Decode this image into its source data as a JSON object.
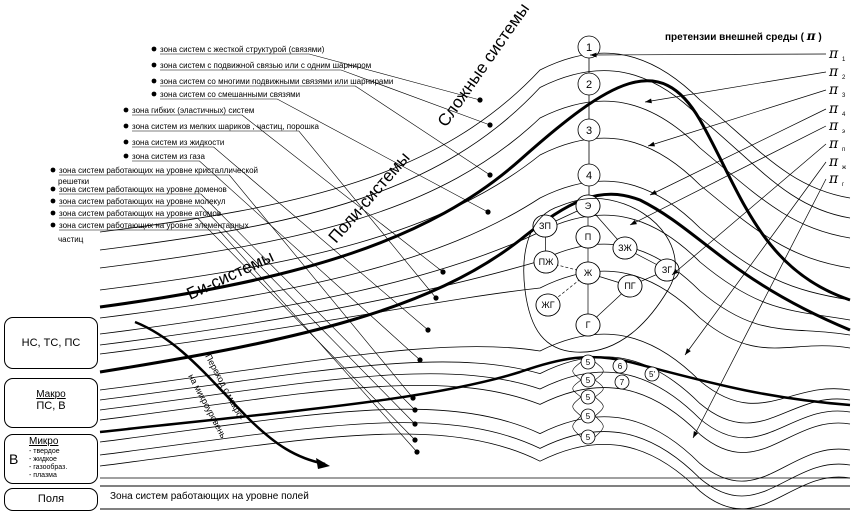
{
  "header": {
    "pretensions_text": "претензии внешней среды (",
    "pi_symbol": "π",
    "close_paren": ")"
  },
  "zones": [
    "зона систем с жесткой структурой (связями)",
    "зона систем с подвижной связью или с одним шарниром",
    "зона систем со многими подвижными связями или шарнирами",
    "зона систем со смешанными связями",
    "зона гибких (эластичных) систем",
    "зона систем из мелких шариков , частиц, порошка",
    "зона систем из жидкости",
    "зона систем из газа",
    "зона систем работающих на уровне кристаллической",
    "решетки",
    "зона систем работающих на уровне доменов",
    "зона систем работающих на уровне молекул",
    "зона систем работающих на уровне атомов",
    "зона систем работающих на уровне элементарных",
    "частиц"
  ],
  "curve_labels": {
    "complex": "Сложные системы",
    "poly": "Поли-системы",
    "bi": "Би-системы"
  },
  "transition_label_line1": "Переход с макро-",
  "transition_label_line2": "на микроуровень",
  "nodes_top": [
    "1",
    "2",
    "3",
    "4"
  ],
  "nodes_mid": [
    "Э",
    "П",
    "ЗП",
    "ЗЖ",
    "ПЖ",
    "Ж",
    "ЗГ",
    "ПГ",
    "ЖГ",
    "Г"
  ],
  "nodes_low": [
    "5",
    "6",
    "7",
    "5'",
    "5",
    "5",
    "5",
    "5"
  ],
  "pi_subscripts": [
    "1",
    "2",
    "3",
    "4",
    "э",
    "п",
    "ж",
    "г"
  ],
  "left_boxes": {
    "ns": "НС, ТС, ПС",
    "macro_title": "Макро",
    "macro_sub": "ПС, В",
    "micro_letter": "В",
    "micro_title": "Микро",
    "micro_items": [
      "- твердое",
      "- жидкое",
      "- газообраз.",
      "- плазма"
    ],
    "fields": "Поля"
  },
  "bottom_zone": "Зона систем работающих на уровне полей"
}
